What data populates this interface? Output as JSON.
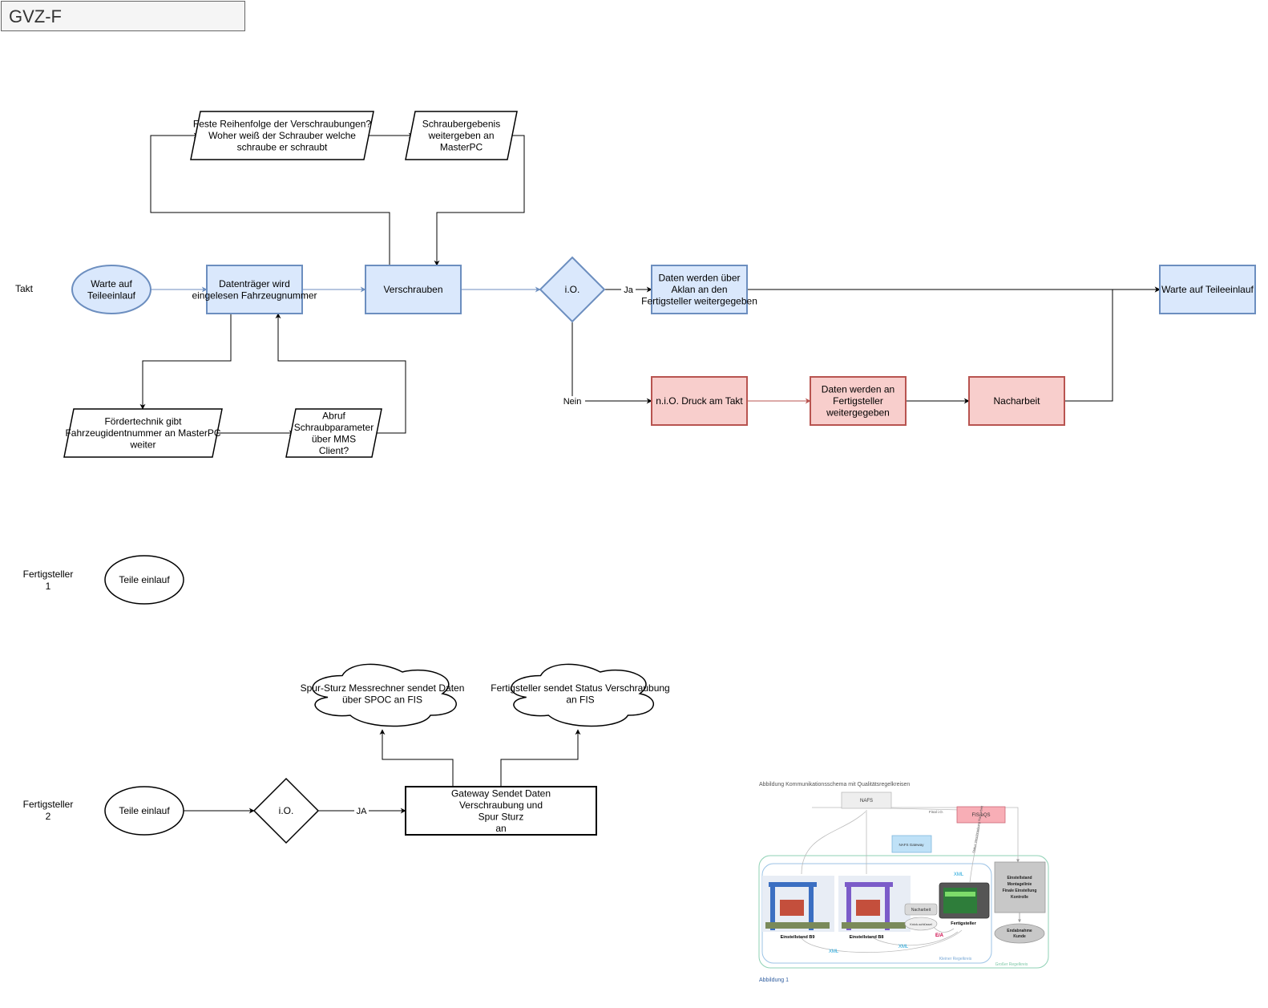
{
  "page": {
    "title": "GVZ-F"
  },
  "lanes": {
    "takt": "Takt",
    "fs1": "Fertigsteller 1",
    "fs2": "Fertigsteller 2"
  },
  "colors": {
    "blue_fill": "#dae8fc",
    "blue_stroke": "#6c8ebf",
    "red_fill": "#f8cecc",
    "red_stroke": "#b85450",
    "black": "#000000",
    "white": "#ffffff"
  },
  "diagram": {
    "nodes": [
      {
        "id": "warte1",
        "text": "Warte auf Teileeinlauf"
      },
      {
        "id": "datentraeger",
        "text": "Datenträger wird eingelesen Fahrzeugnummer"
      },
      {
        "id": "verschrauben",
        "text": "Verschrauben"
      },
      {
        "id": "io1",
        "text": "i.O."
      },
      {
        "id": "aklan",
        "text": "Daten werden über Aklan an den Fertigsteller weitergegeben"
      },
      {
        "id": "warte2",
        "text": "Warte auf Teileeinlauf"
      },
      {
        "id": "nio",
        "text": "n.i.O. Druck am Takt"
      },
      {
        "id": "datenfs",
        "text": "Daten werden an Fertigsteller weitergegeben"
      },
      {
        "id": "nacharbeit",
        "text": "Nacharbeit"
      },
      {
        "id": "reihenfolge",
        "text": "Feste Reihenfolge der Verschraubungen? Woher weiß der Schrauber welche schraube er schraubt"
      },
      {
        "id": "schraubergebnis",
        "text": "Schraubergebenis weitergeben an MasterPC"
      },
      {
        "id": "foerdertechnik",
        "text": "Fördertechnik gibt Fahrzeugidentnummer an MasterPC weiter"
      },
      {
        "id": "abruf",
        "text": "Abruf Schraubparameter über MMS Client?"
      },
      {
        "id": "teile1",
        "text": "Teile einlauf"
      },
      {
        "id": "teile2",
        "text": "Teile einlauf"
      },
      {
        "id": "io2",
        "text": "i.O."
      },
      {
        "id": "gateway",
        "text": "Gateway Sendet Daten Verschraubung und Spur Sturz an"
      },
      {
        "id": "cloud1",
        "text": "Spur-Sturz Messrechner sendet Daten über SPOC an FIS"
      },
      {
        "id": "cloud2",
        "text": "Fertigsteller sendet Status Verschraubung an FIS"
      }
    ],
    "edge_labels": {
      "ja": "Ja",
      "nein": "Nein",
      "ja2": "JA"
    }
  },
  "figure": {
    "heading": "Abbildung Kommunikationsschema mit Qualitätsregelkreisen",
    "caption": "Abbildung 1",
    "labels": {
      "nafs": "NAFS",
      "nafs_gateway": "NAFS Gateway",
      "fis_eqs": "FIS eQS",
      "final_io": "Final i.O.",
      "status": "Status Verschraubung Nacharbeit",
      "xml": "XML",
      "einstellstand_b9": "Einstellstand B9",
      "einstellstand_b8": "Einstellstand B8",
      "nacharbeit": "Nacharbeit",
      "knick": "Knick-schlüssel",
      "fertigsteller": "Fertigsteller",
      "ea": "E/A",
      "montagelinie": "Einstellstand Montagelinie Finale Einstellung Kontrolle",
      "endabnahme": "Endabnahme Kunde",
      "kleiner": "Kleiner Regelkreis",
      "grosser": "Großer Regelkreis"
    }
  }
}
